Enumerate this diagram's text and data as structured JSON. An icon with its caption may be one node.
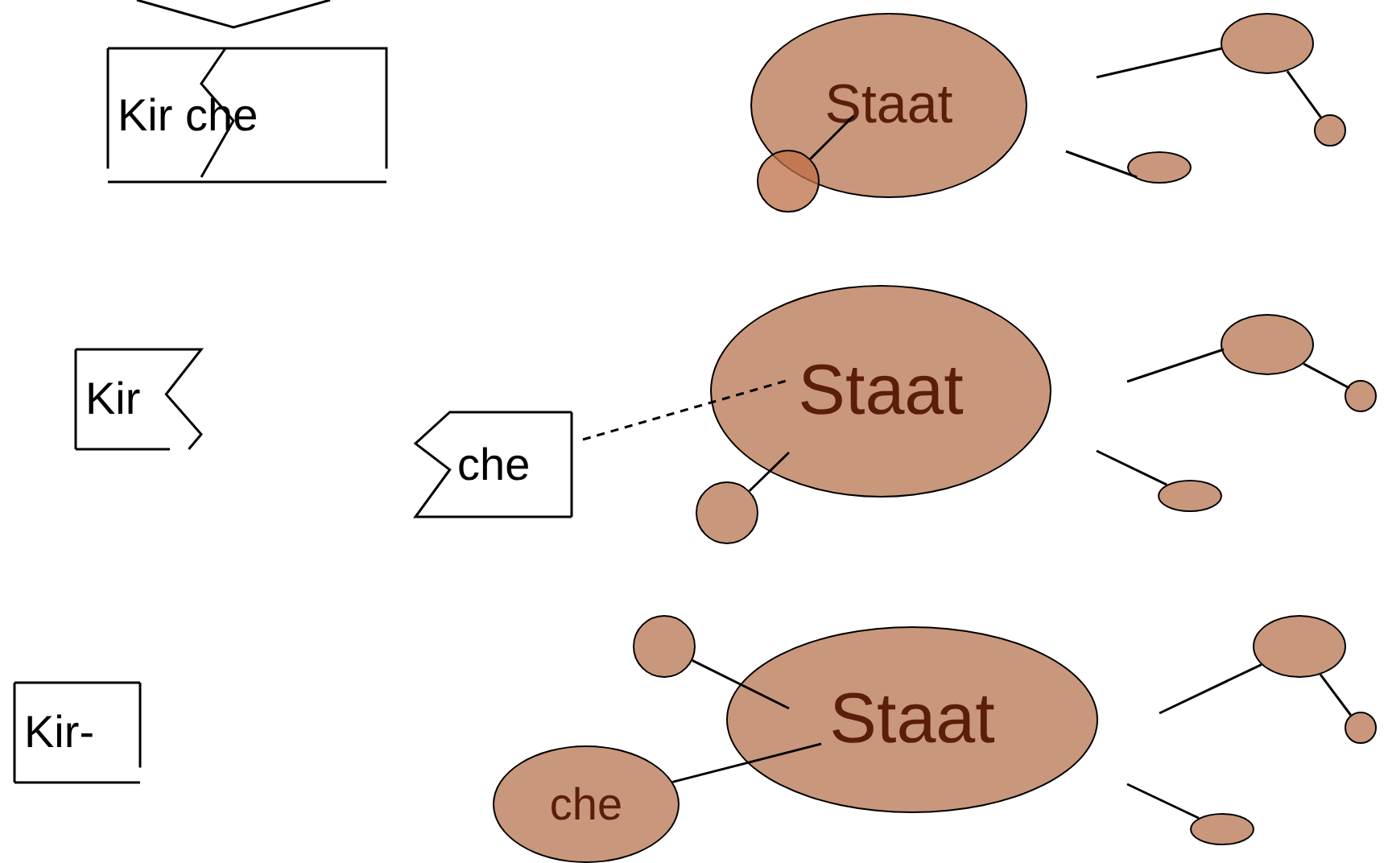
{
  "diagram": {
    "nodes": [
      {
        "text": [
          "Kir che"
        ]
      },
      {
        "text": [
          "Staat"
        ]
      },
      {
        "text": [],
        "shape": "circle"
      },
      {
        "text": [],
        "shape": "circle"
      },
      {
        "text": [],
        "shape": "circle"
      },
      {
        "text": [],
        "shape": "circle"
      },
      {
        "text": [
          "Kir"
        ]
      },
      {
        "text": [
          "che"
        ]
      },
      {
        "text": [
          "Staat"
        ]
      },
      {
        "text": [],
        "shape": "circle"
      },
      {
        "text": [],
        "shape": "circle"
      },
      {
        "text": [],
        "shape": "circle"
      },
      {
        "text": [],
        "shape": "circle"
      },
      {
        "text": [
          "Kir-"
        ]
      },
      {
        "text": [],
        "shape": "circle"
      },
      {
        "text": [
          "Staat"
        ]
      },
      {
        "text": [
          "che"
        ]
      },
      {
        "text": [],
        "shape": "circle"
      },
      {
        "text": [],
        "shape": "circle"
      },
      {
        "text": [],
        "shape": "circle"
      }
    ],
    "edges": [
      {
        "from": 2,
        "to": 1,
        "arrow": "none"
      },
      {
        "from": null,
        "to": 3,
        "arrow": "none"
      },
      {
        "from": 3,
        "to": 4,
        "arrow": "none"
      },
      {
        "from": null,
        "to": 5,
        "arrow": "none"
      },
      {
        "from": 7,
        "to": 8,
        "arrow": "none",
        "style": "dashed"
      },
      {
        "from": 9,
        "to": 8,
        "arrow": "none"
      },
      {
        "from": null,
        "to": 10,
        "arrow": "none"
      },
      {
        "from": 10,
        "to": 11,
        "arrow": "none"
      },
      {
        "from": null,
        "to": 12,
        "arrow": "none"
      },
      {
        "from": 14,
        "to": 15,
        "arrow": "none"
      },
      {
        "from": 16,
        "to": 15,
        "arrow": "none"
      },
      {
        "from": null,
        "to": 17,
        "arrow": "none"
      },
      {
        "from": 17,
        "to": 18,
        "arrow": "none"
      },
      {
        "from": null,
        "to": 19,
        "arrow": "none"
      }
    ]
  }
}
